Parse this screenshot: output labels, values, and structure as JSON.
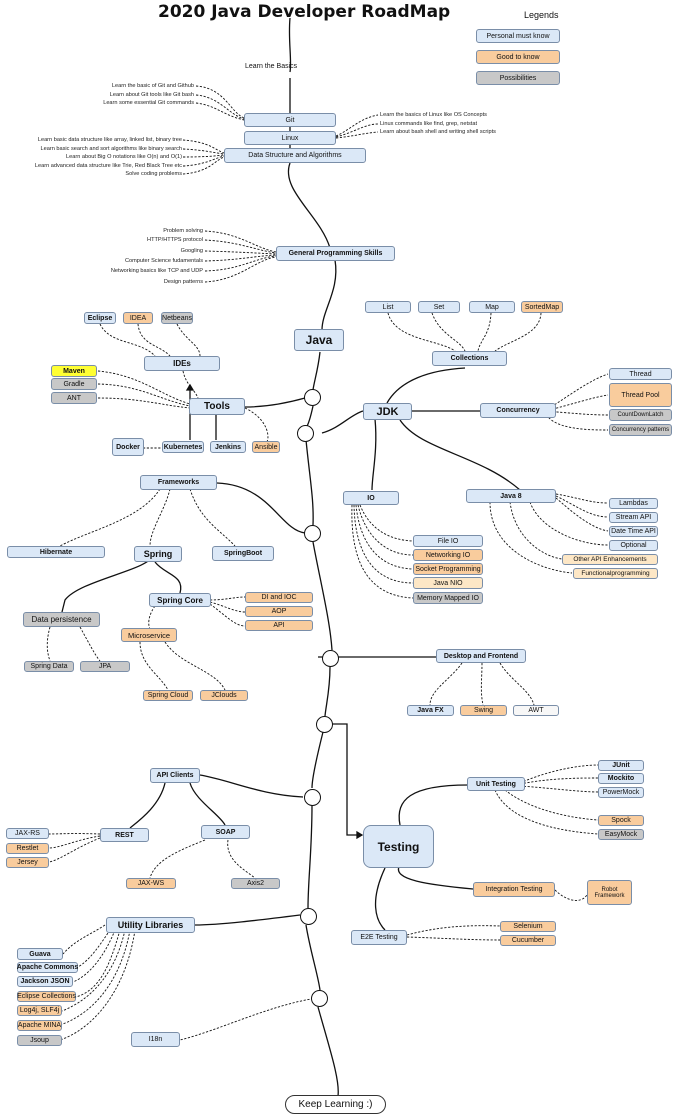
{
  "title": "2020 Java Developer RoadMap",
  "legend": {
    "heading": "Legends",
    "items": [
      "Personal must know",
      "Good to know",
      "Possibilities"
    ]
  },
  "learn_basics": "Learn the Basics",
  "git": {
    "label": "Git",
    "notes": [
      "Learn the basic of Git and Github",
      "Learn about Git tools like Git bash",
      "Learn some essential Git commands"
    ]
  },
  "linux": {
    "label": "Linux",
    "notes": [
      "Learn the basics of Linux like OS Concepts",
      "Linux commands like find, grep, netstat",
      "Learn about bash shell and writing shell scripts"
    ]
  },
  "dsa": {
    "label": "Data Structure and Algorithms",
    "notes": [
      "Learn basic data structure like array, linked list, binary tree",
      "Learn basic search and sort algorithms like binary search",
      "Learn about Big O notations like O(n) and O(1)",
      "Learn advanced data structure like Trie, Red Black Tree etc",
      "Solve coding problems"
    ]
  },
  "gps": {
    "label": "General Programming Skills",
    "notes": [
      "Problem solving",
      "HTTP/HTTPS protocol",
      "Googling",
      "Computer Science fudamentals",
      "Networking basics like TCP and UDP",
      "Design patterns"
    ]
  },
  "java": "Java",
  "ides": {
    "label": "IDEs",
    "items": [
      "Eclipse",
      "IDEA",
      "Netbeans"
    ]
  },
  "tools": {
    "label": "Tools",
    "build": [
      "Maven",
      "Gradle",
      "ANT"
    ],
    "devops": [
      "Docker",
      "Kubernetes",
      "Jenkins",
      "Ansible"
    ]
  },
  "collections": {
    "label": "Collections",
    "items": [
      "List",
      "Set",
      "Map",
      "SortedMap"
    ]
  },
  "jdk": "JDK",
  "concurrency": {
    "label": "Concurrency",
    "items": [
      "Thread",
      "Thread Pool",
      "CountDownLatch",
      "Concurrency patterns"
    ]
  },
  "io": {
    "label": "IO",
    "items": [
      "File IO",
      "Networking IO",
      "Socket Programming",
      "Java NIO",
      "Memory Mapped IO"
    ]
  },
  "java8": {
    "label": "Java 8",
    "items": [
      "Lambdas",
      "Stream API",
      "Date Time API",
      "Optional",
      "Other API Enhancements",
      "Functionalprogramming"
    ]
  },
  "frameworks": {
    "label": "Frameworks",
    "items": [
      "Hibernate",
      "Spring",
      "SpringBoot"
    ]
  },
  "spring_core": {
    "label": "Spring  Core",
    "items": [
      "DI and IOC",
      "AOP",
      "API"
    ]
  },
  "data_persistence": {
    "label": "Data persistence",
    "items": [
      "Spring Data",
      "JPA"
    ]
  },
  "microservice": {
    "label": "Microservice",
    "items": [
      "Spring Cloud",
      "JClouds"
    ]
  },
  "desktop": {
    "label": "Desktop and Frontend",
    "items": [
      "Java FX",
      "Swing",
      "AWT"
    ]
  },
  "api_clients": {
    "label": "API Clients",
    "rest": "REST",
    "rest_items": [
      "JAX-RS",
      "Restlet",
      "Jersey"
    ],
    "soap": "SOAP",
    "soap_items": [
      "JAX-WS",
      "Axis2"
    ]
  },
  "testing": {
    "label": "Testing",
    "unit": "Unit Testing",
    "unit_items": [
      "JUnit",
      "Mockito",
      "PowerMock",
      "Spock",
      "EasyMock"
    ],
    "integration": "Integration Testing",
    "robot": "Robot Framework",
    "e2e": "E2E Testing",
    "e2e_items": [
      "Selenium",
      "Cucumber"
    ]
  },
  "utility": {
    "label": "Utility Libraries",
    "items": [
      "Guava",
      "Apache Commons",
      "Jackson JSON",
      "Eclipse Collections",
      "Log4j, SLF4j",
      "Apache MINA",
      "Jsoup"
    ]
  },
  "i18n": "I18n",
  "keep": "Keep Learning :)",
  "colors": {
    "must": "#dbe8f7",
    "good": "#f9cc9d",
    "possible": "#c8c8c8",
    "maven": "#ffff33"
  }
}
